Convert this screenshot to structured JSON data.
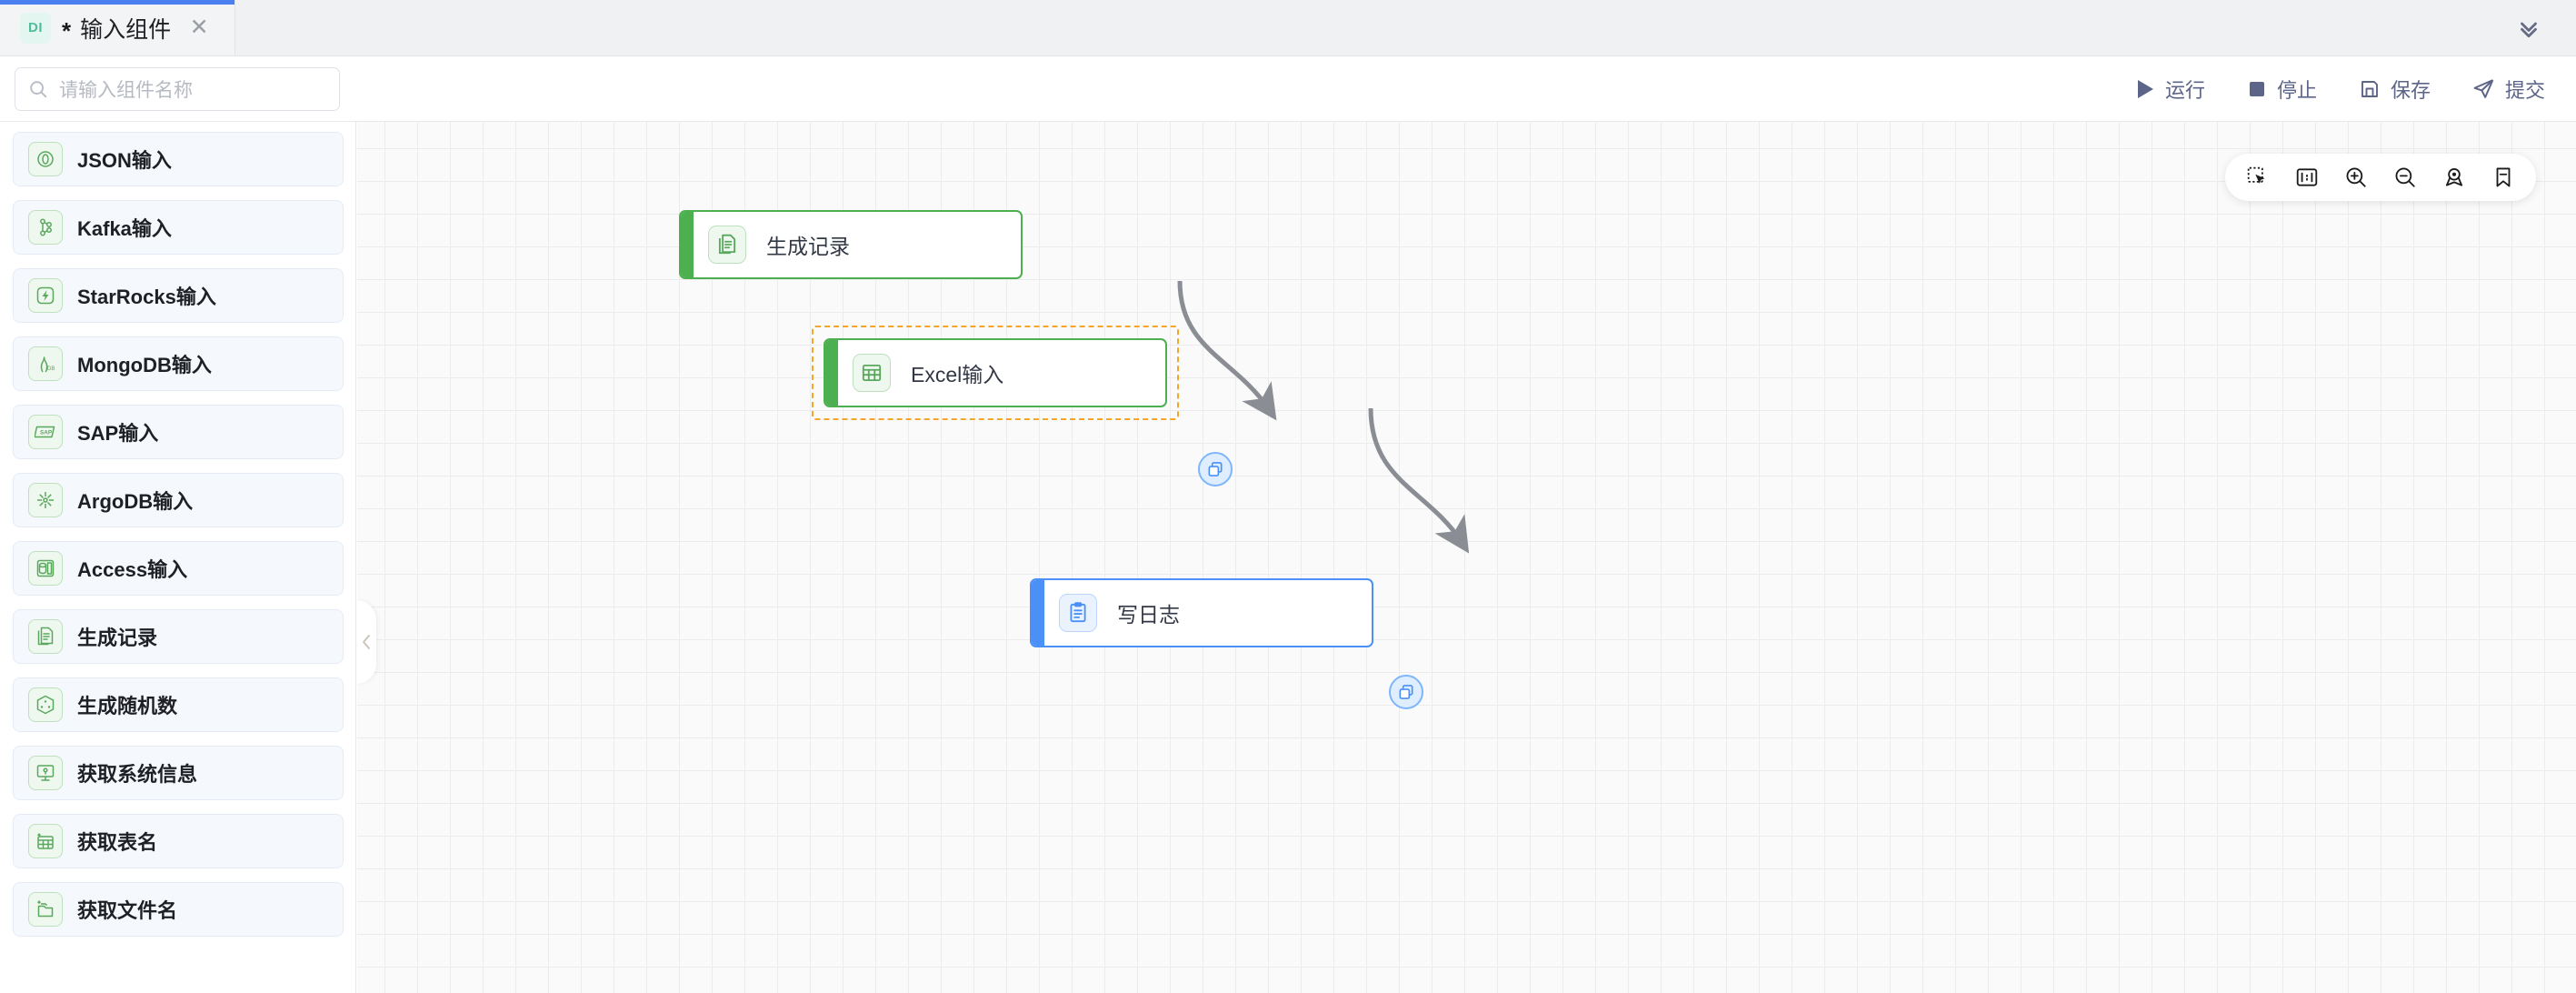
{
  "tab": {
    "badge": "DI",
    "dirty_marker": "*",
    "title": "输入组件",
    "close_label": "✕",
    "collapse_icon": "chevron-double-down-icon"
  },
  "toolbar": {
    "run_label": "运行",
    "stop_label": "停止",
    "save_label": "保存",
    "submit_label": "提交"
  },
  "search": {
    "placeholder": "请输入组件名称",
    "value": ""
  },
  "sidebar": {
    "items": [
      {
        "label": "",
        "icon": "component-icon",
        "clipped": true
      },
      {
        "label": "JSON输入",
        "icon": "json-icon"
      },
      {
        "label": "Kafka输入",
        "icon": "kafka-icon"
      },
      {
        "label": "StarRocks输入",
        "icon": "starrocks-icon"
      },
      {
        "label": "MongoDB输入",
        "icon": "mongodb-icon"
      },
      {
        "label": "SAP输入",
        "icon": "sap-icon"
      },
      {
        "label": "ArgoDB输入",
        "icon": "argodb-icon"
      },
      {
        "label": "Access输入",
        "icon": "access-icon"
      },
      {
        "label": "生成记录",
        "icon": "generate-record-icon"
      },
      {
        "label": "生成随机数",
        "icon": "dice-icon"
      },
      {
        "label": "获取系统信息",
        "icon": "system-info-icon"
      },
      {
        "label": "获取表名",
        "icon": "table-name-icon"
      },
      {
        "label": "获取文件名",
        "icon": "file-name-icon"
      }
    ],
    "collapse_handle_icon": "chevron-left-icon"
  },
  "canvas": {
    "toolbar_buttons": [
      {
        "name": "select-cursor-icon",
        "title": "框选"
      },
      {
        "name": "fit-screen-icon",
        "title": "适应画布"
      },
      {
        "name": "zoom-in-icon",
        "title": "放大"
      },
      {
        "name": "zoom-out-icon",
        "title": "缩小"
      },
      {
        "name": "locate-icon",
        "title": "定位"
      },
      {
        "name": "bookmark-icon",
        "title": "书签"
      }
    ],
    "nodes": [
      {
        "id": "n1",
        "label": "生成记录",
        "icon": "generate-record-icon",
        "color": "#4caf50",
        "selected": false
      },
      {
        "id": "n2",
        "label": "Excel输入",
        "icon": "excel-icon",
        "color": "#4caf50",
        "selected": true
      },
      {
        "id": "n3",
        "label": "写日志",
        "icon": "write-log-icon",
        "color": "#4a90f7",
        "selected": false
      }
    ],
    "edges": [
      {
        "from": "n1",
        "to": "n2",
        "badge_icon": "copy-icon"
      },
      {
        "from": "n2",
        "to": "n3",
        "badge_icon": "copy-icon"
      }
    ]
  },
  "colors": {
    "accent_blue": "#4a90f7",
    "node_green": "#4caf50",
    "selection_orange": "#f4a62a",
    "tab_active": "#4a7ff0"
  }
}
